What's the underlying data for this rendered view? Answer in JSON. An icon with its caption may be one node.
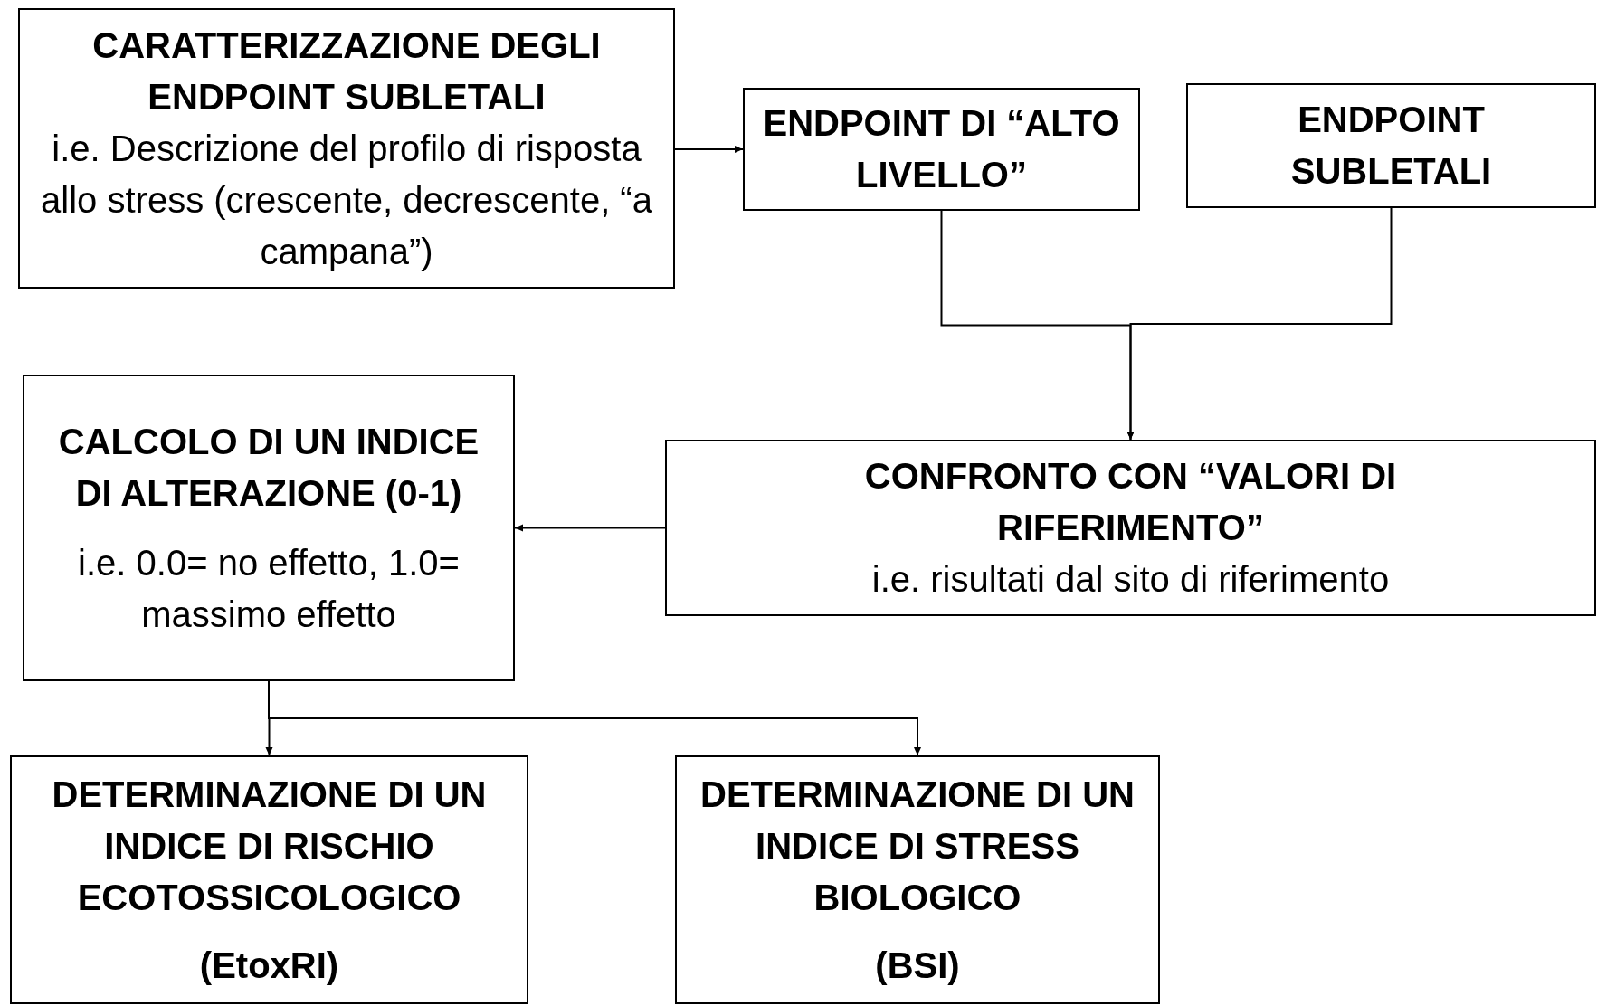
{
  "diagram": {
    "nodes": [
      {
        "text": [
          "CARATTERIZZAZIONE DEGLI ENDPOINT SUBLETALI",
          "i.e. Descrizione del profilo di risposta allo stress (crescente, decrescente, “a campana”)"
        ]
      },
      {
        "text": [
          "ENDPOINT DI “ALTO LIVELLO”"
        ]
      },
      {
        "text": [
          "ENDPOINT SUBLETALI"
        ]
      },
      {
        "text": [
          "CONFRONTO CON “VALORI DI RIFERIMENTO”",
          "i.e. risultati dal sito di riferimento"
        ]
      },
      {
        "text": [
          "CALCOLO DI UN INDICE DI ALTERAZIONE (0-1)",
          "i.e. 0.0= no effetto, 1.0= massimo effetto"
        ]
      },
      {
        "text": [
          "DETERMINAZIONE DI UN INDICE DI RISCHIO ECOTOSSICOLOGICO",
          "(EtoxRI)"
        ]
      },
      {
        "text": [
          "DETERMINAZIONE DI UN INDICE DI STRESS BIOLOGICO",
          "(BSI)"
        ]
      }
    ],
    "edges": [
      {
        "from": 0,
        "to": 1,
        "arrow": "to"
      },
      {
        "from": 1,
        "to": 3,
        "arrow": "to"
      },
      {
        "from": 2,
        "to": 3,
        "arrow": "to"
      },
      {
        "from": 3,
        "to": 4,
        "arrow": "to"
      },
      {
        "from": 4,
        "to": 5,
        "arrow": "to"
      },
      {
        "from": 4,
        "to": 6,
        "arrow": "to"
      }
    ]
  }
}
